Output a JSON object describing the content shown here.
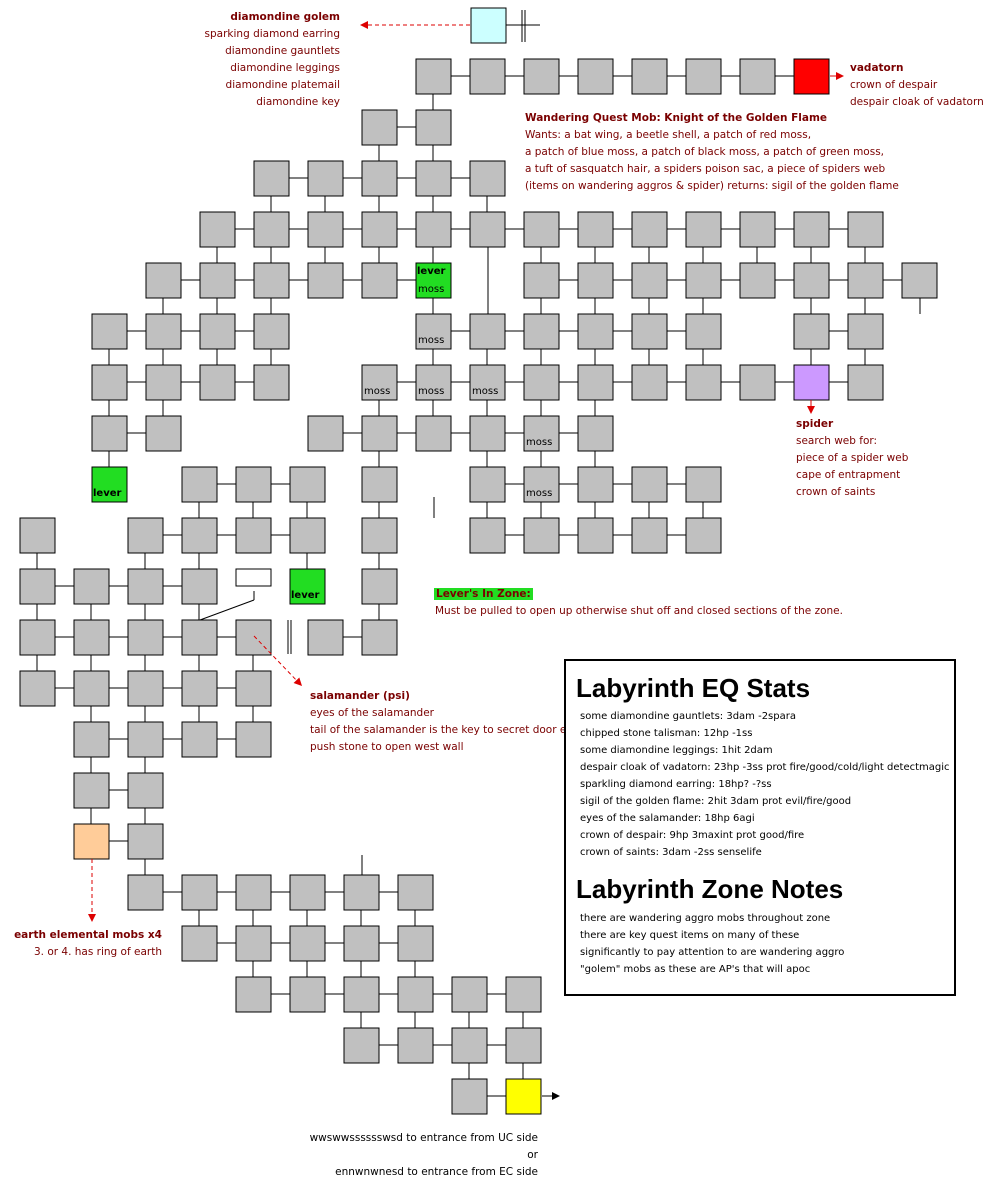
{
  "golem": {
    "title": "diamondine golem",
    "items": [
      "sparking diamond earring",
      "diamondine gauntlets",
      "diamondine leggings",
      "diamondine platemail",
      "diamondine key"
    ]
  },
  "vadatorn": {
    "title": "vadatorn",
    "items": [
      "crown of despair",
      "despair cloak of vadatorn"
    ]
  },
  "quest_mob": {
    "title": "Wandering Quest Mob: Knight of the Golden Flame",
    "lines": [
      "Wants: a bat wing, a beetle shell, a patch of red moss,",
      "a patch of blue moss, a patch of black moss, a patch of green moss,",
      "a tuft of sasquatch hair, a spiders poison sac, a piece of spiders web",
      "(items on wandering aggros & spider) returns: sigil of the golden flame"
    ]
  },
  "spider": {
    "title": "spider",
    "lines": [
      "search web for:",
      "piece of a spider web",
      "cape of entrapment",
      "crown of saints"
    ]
  },
  "levers_note": {
    "title": "Lever's In Zone:",
    "text": "Must be pulled to open up otherwise shut off and closed sections of the zone."
  },
  "salamander": {
    "title": "salamander (psi)",
    "lines": [
      "eyes of the salamander",
      "tail of the salamander is the key to secret door e",
      "push stone to open west wall"
    ]
  },
  "earth_elemental": {
    "title": "earth elemental mobs x4",
    "text": "3. or 4. has ring of earth"
  },
  "directions": {
    "line1": "wwswwsssssswsd to entrance from UC side",
    "line2": "or",
    "line3": "ennwnwnesd to entrance from EC side"
  },
  "room_labels": {
    "lever": "lever",
    "moss": "moss"
  },
  "stats": {
    "title": "Labyrinth EQ Stats",
    "items": [
      "some diamondine gauntlets: 3dam -2spara",
      "chipped stone talisman: 12hp -1ss",
      "some diamondine leggings: 1hit 2dam",
      "despair cloak of vadatorn: 23hp -3ss prot fire/good/cold/light detectmagic",
      "sparkling diamond earring: 18hp? -?ss",
      "sigil of the golden flame: 2hit 3dam prot evil/fire/good",
      "eyes of the salamander: 18hp 6agi",
      "crown of despair: 9hp 3maxint prot good/fire",
      "crown of saints: 3dam -2ss senselife"
    ],
    "notes_title": "Labyrinth Zone Notes",
    "notes": [
      "there are wandering aggro mobs throughout zone",
      "there are key quest items on many of these",
      "significantly to pay attention to are wandering aggro",
      "\"golem\" mobs as these are AP's that will apoc"
    ]
  },
  "colors": {
    "room": "#c0c0c0",
    "room_border": "#000000",
    "golem_room": "#ccffff",
    "vadatorn_room": "#ff0000",
    "lever_room": "#22dd22",
    "spider_room": "#cc99ff",
    "elemental_room": "#ffcc99",
    "exit_room": "#ffff00",
    "label_text": "#7a0000",
    "arrow": "#dd0000"
  }
}
